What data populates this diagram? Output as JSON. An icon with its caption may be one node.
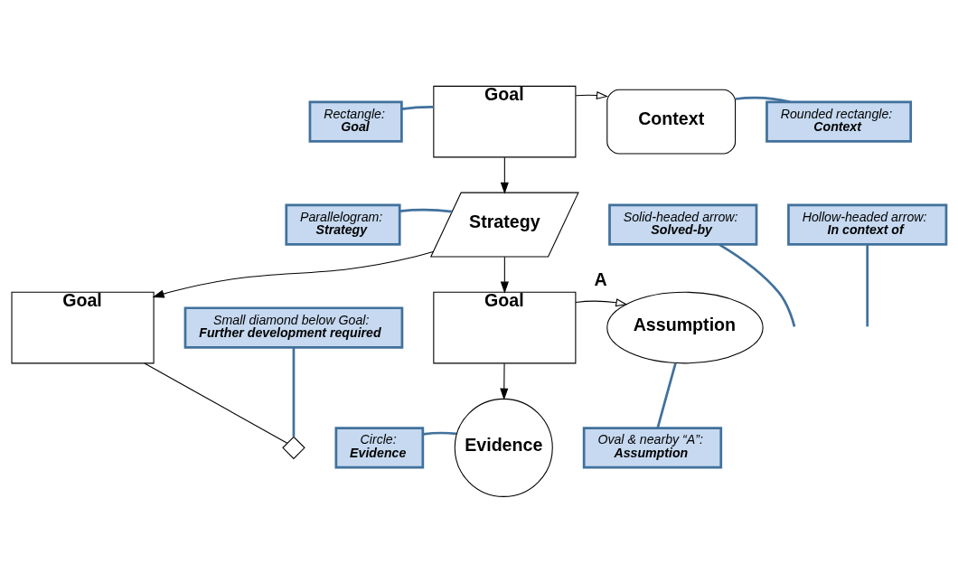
{
  "diagram": {
    "nodes": [
      {
        "text": [
          "Goal"
        ]
      },
      {
        "text": [
          "Context"
        ]
      },
      {
        "text": [
          "Strategy"
        ]
      },
      {
        "text": [
          "Goal"
        ]
      },
      {
        "text": [
          "Goal"
        ]
      },
      {
        "text": [
          "Assumption"
        ],
        "beside": [
          "A"
        ]
      },
      {
        "text": [
          "Evidence"
        ]
      },
      {
        "text": [],
        "shape": "diamond"
      },
      {
        "text": [
          "Rectangle:",
          "Goal"
        ]
      },
      {
        "text": [
          "Rounded rectangle:",
          "Context"
        ]
      },
      {
        "text": [
          "Solid-headed arrow:",
          "Solved-by"
        ]
      },
      {
        "text": [
          "Parallelogram:",
          "Strategy"
        ]
      },
      {
        "text": [
          "Hollow-headed arrow:",
          "In context of"
        ]
      },
      {
        "text": [
          "Small diamond below Goal:",
          "Further development required"
        ]
      },
      {
        "text": [
          "Circle:",
          "Evidence"
        ]
      },
      {
        "text": [
          "Oval & nearby “A”:",
          "Assumption"
        ]
      }
    ],
    "edges": [
      {
        "from": 0,
        "to": 1,
        "arrow": "to",
        "color": "#000000"
      },
      {
        "from": 0,
        "to": 2,
        "arrow": "to",
        "color": "#000000"
      },
      {
        "from": 2,
        "to": 3,
        "arrow": "to",
        "color": "#000000"
      },
      {
        "from": 2,
        "to": 4,
        "arrow": "to",
        "color": "#000000"
      },
      {
        "from": 4,
        "to": 5,
        "arrow": "to",
        "color": "#000000"
      },
      {
        "from": 4,
        "to": 6,
        "arrow": "to",
        "color": "#000000"
      },
      {
        "from": 3,
        "to": 7,
        "arrow": "none",
        "color": "#000000"
      },
      {
        "from": 8,
        "to": 0,
        "arrow": "none"
      },
      {
        "from": 9,
        "to": 1,
        "arrow": "none"
      },
      {
        "from": 10,
        "to": null,
        "arrow": "none"
      },
      {
        "from": 11,
        "to": 2,
        "arrow": "none"
      },
      {
        "from": 12,
        "to": null,
        "arrow": "none"
      },
      {
        "from": 13,
        "to": 7,
        "arrow": "none"
      },
      {
        "from": 14,
        "to": 6,
        "arrow": "none"
      },
      {
        "from": 15,
        "to": 5,
        "arrow": "none"
      }
    ]
  }
}
